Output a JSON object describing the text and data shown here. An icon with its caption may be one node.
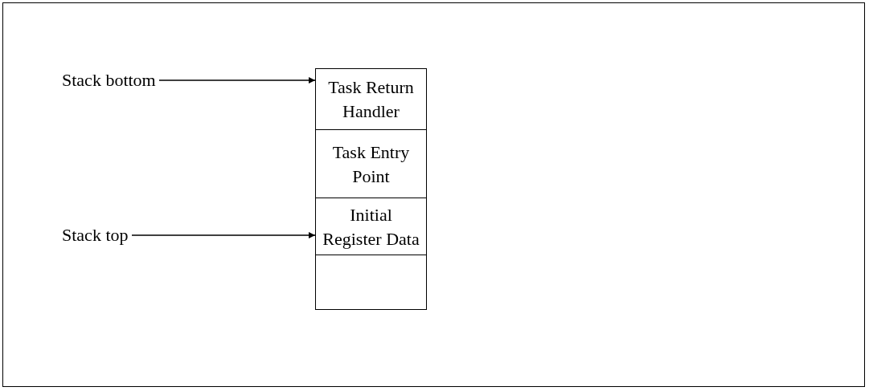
{
  "diagram": {
    "nodes": [
      {
        "text": [
          "Stack bottom"
        ]
      },
      {
        "text": [
          "Stack top"
        ]
      },
      {
        "text": [
          "Task Return Handler"
        ]
      },
      {
        "text": [
          "Task Entry Point"
        ]
      },
      {
        "text": [
          "Initial Register Data"
        ]
      },
      {
        "text": [],
        "shape": "box"
      }
    ],
    "edges": [
      {
        "from": 0,
        "to": 2,
        "arrow": "to"
      },
      {
        "from": 1,
        "to": 4,
        "arrow": "to"
      }
    ]
  }
}
